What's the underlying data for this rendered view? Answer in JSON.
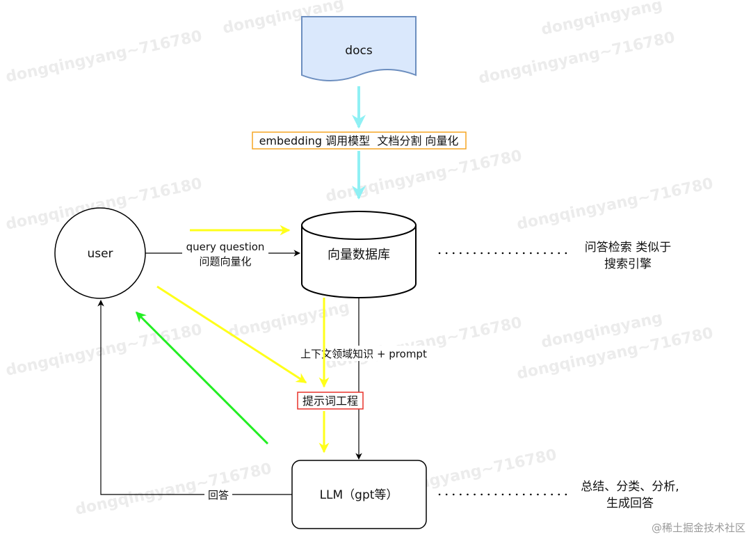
{
  "nodes": {
    "docs": "docs",
    "embedding": "embedding 调用模型  文档分割 向量化",
    "user": "user",
    "vector_db": "向量数据库",
    "prompt_engineering": "提示词工程",
    "llm": "LLM（gpt等）"
  },
  "edges": {
    "query_line1": "query question",
    "query_line2": "问题向量化",
    "context": "上下文领域知识 + prompt",
    "answer": "回答"
  },
  "notes": {
    "search_line1": "问答检索 类似于",
    "search_line2": "搜索引擎",
    "llm_line1": "总结、分类、分析,",
    "llm_line2": "生成回答"
  },
  "watermark": {
    "text_a": "dongqingyang",
    "text_b": "dongqingyang~716780",
    "text_c": "dongqingyang~716180"
  },
  "credit": "@稀土掘金技术社区",
  "colors": {
    "docs_fill": "#dae8fc",
    "docs_stroke": "#6c8ebf",
    "embedding_border": "#f5a623",
    "prompt_border": "#e8322a",
    "cyan_arrow": "#8ff0f4",
    "yellow_arrow": "#ffff1a",
    "green_arrow": "#22ee22",
    "line": "#000000"
  }
}
